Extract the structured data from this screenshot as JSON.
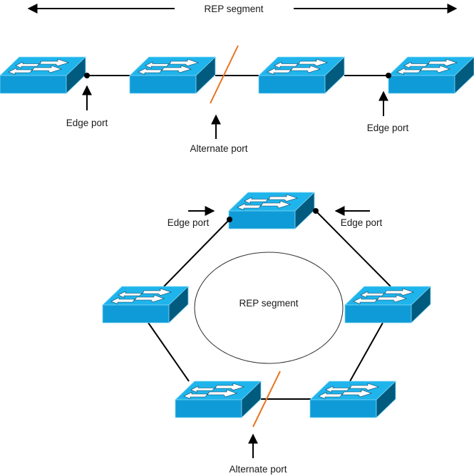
{
  "linear_topology": {
    "segment_label": "REP segment",
    "switches": [
      "switch-1",
      "switch-2",
      "switch-3",
      "switch-4"
    ],
    "annotations": [
      {
        "label": "Edge port",
        "role": "edge-port"
      },
      {
        "label": "Alternate port",
        "role": "alternate-port"
      },
      {
        "label": "Edge port",
        "role": "edge-port"
      }
    ]
  },
  "ring_topology": {
    "segment_label": "REP segment",
    "switches": [
      "switch-top",
      "switch-left",
      "switch-right",
      "switch-bottom-left",
      "switch-bottom-right"
    ],
    "annotations": [
      {
        "label": "Edge port",
        "role": "edge-port"
      },
      {
        "label": "Edge port",
        "role": "edge-port"
      },
      {
        "label": "Alternate port",
        "role": "alternate-port"
      }
    ]
  },
  "colors": {
    "switch_top": "#1fb4ec",
    "switch_front": "#0f9bd7",
    "switch_side": "#005b7f",
    "blocked_link": "#e8741e",
    "link": "#000000"
  }
}
